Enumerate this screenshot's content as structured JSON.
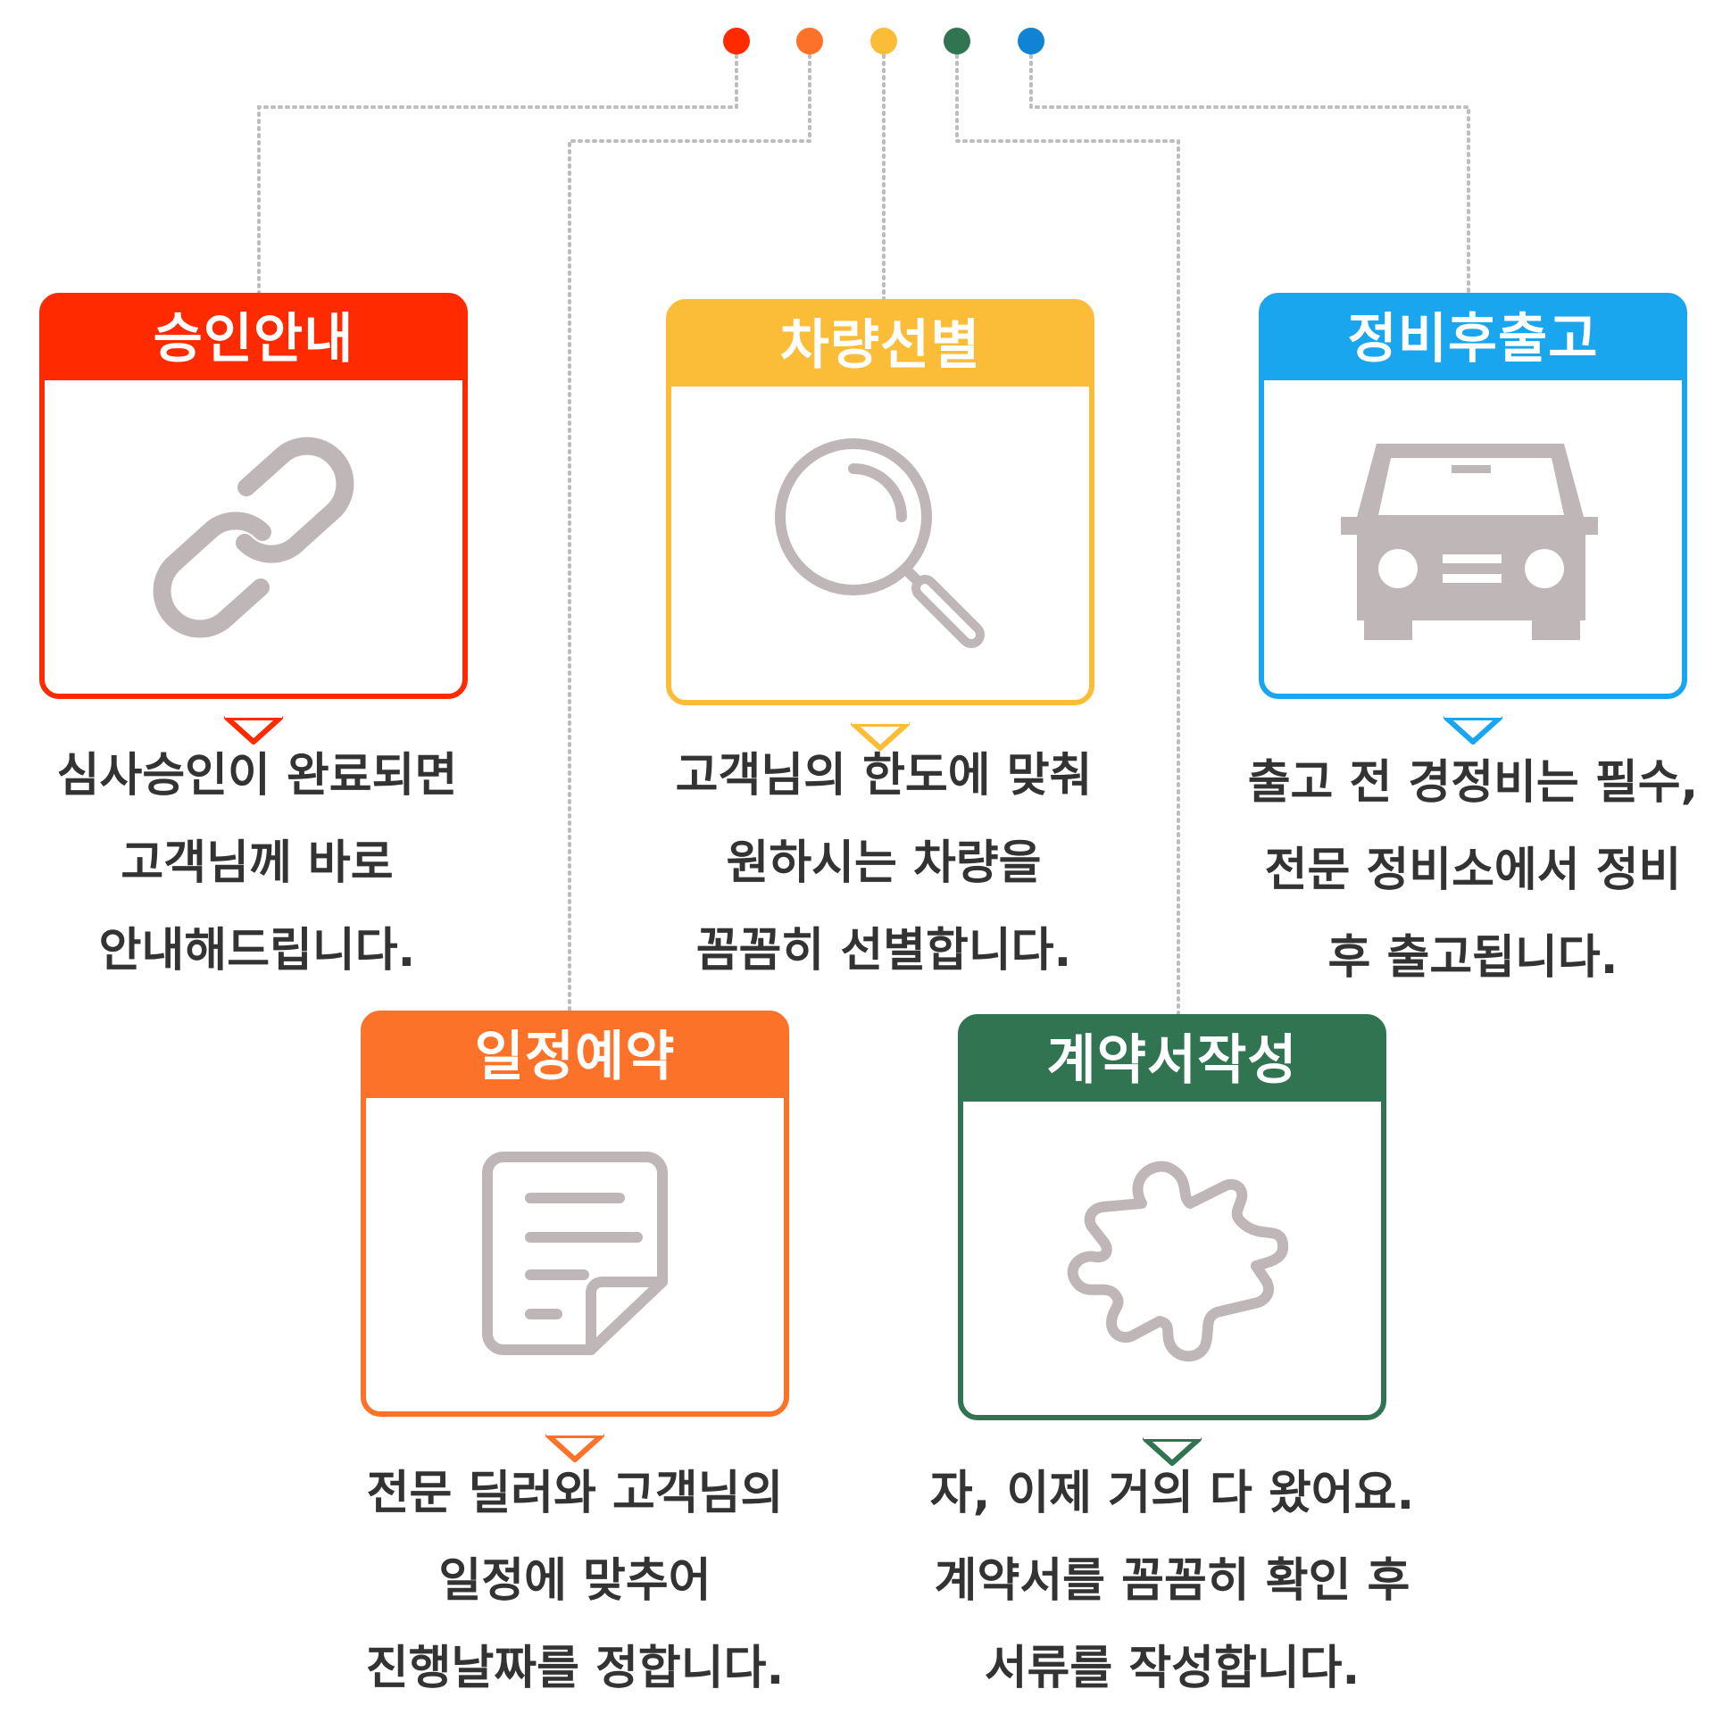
{
  "dots": [
    {
      "color": "#ff2a00",
      "name": "red-dot"
    },
    {
      "color": "#fc7228",
      "name": "orange-dot"
    },
    {
      "color": "#fbbd37",
      "name": "yellow-dot"
    },
    {
      "color": "#317451",
      "name": "green-dot"
    },
    {
      "color": "#1183d5",
      "name": "blue-dot"
    }
  ],
  "steps": [
    {
      "title": "승인안내",
      "color": "#ff2a00",
      "icon": "link-icon",
      "lines": [
        "심사승인이 완료되면",
        "고객님께 바로",
        "안내해드립니다."
      ]
    },
    {
      "title": "차량선별",
      "color": "#fbbd37",
      "icon": "magnifier-icon",
      "lines": [
        "고객님의 한도에 맞춰",
        "원하시는 차량을",
        "꼼꼼히 선별합니다."
      ]
    },
    {
      "title": "정비후출고",
      "color": "#1aa6ee",
      "icon": "car-icon",
      "lines": [
        "출고 전 경정비는 필수,",
        "전문 정비소에서 정비",
        "후 출고됩니다."
      ]
    },
    {
      "title": "일정예약",
      "color": "#fc7228",
      "icon": "document-icon",
      "lines": [
        "전문 딜러와 고객님의",
        "일정에 맞추어",
        "진행날짜를 정합니다."
      ]
    },
    {
      "title": "계약서작성",
      "color": "#317451",
      "icon": "puzzle-icon",
      "lines": [
        "자, 이제 거의 다 왔어요.",
        "계약서를 꼼꼼히 확인 후",
        "서류를 작성합니다."
      ]
    }
  ]
}
